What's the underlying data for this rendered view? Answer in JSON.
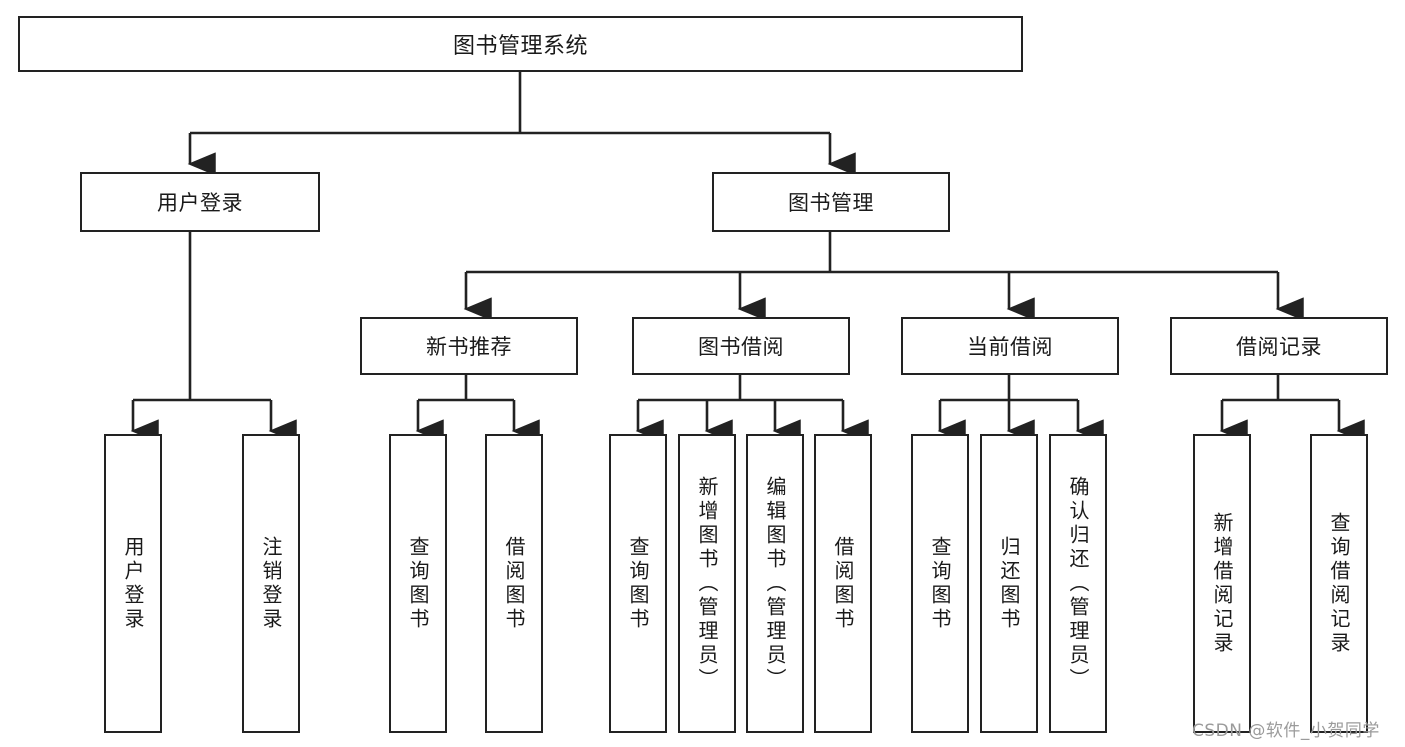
{
  "diagram": {
    "title": "图书管理系统",
    "type": "tree-hierarchy-chart",
    "root": {
      "label": "图书管理系统"
    },
    "level2": [
      {
        "label": "用户登录"
      },
      {
        "label": "图书管理"
      }
    ],
    "level3": [
      {
        "label": "新书推荐"
      },
      {
        "label": "图书借阅"
      },
      {
        "label": "当前借阅"
      },
      {
        "label": "借阅记录"
      }
    ],
    "leaves": {
      "user_login": [
        {
          "label": "用户登录"
        },
        {
          "label": "注销登录"
        }
      ],
      "new_book_recommend": [
        {
          "label": "查询图书"
        },
        {
          "label": "借阅图书"
        }
      ],
      "book_borrow": [
        {
          "label": "查询图书"
        },
        {
          "label": "新增图书（管理员）"
        },
        {
          "label": "编辑图书（管理员）"
        },
        {
          "label": "借阅图书"
        }
      ],
      "current_borrow": [
        {
          "label": "查询图书"
        },
        {
          "label": "归还图书"
        },
        {
          "label": "确认归还（管理员）"
        }
      ],
      "borrow_record": [
        {
          "label": "新增借阅记录"
        },
        {
          "label": "查询借阅记录"
        }
      ]
    }
  },
  "watermark": {
    "text": "CSDN @软件_小贺同学"
  },
  "colors": {
    "stroke": "#222222",
    "fill": "#ffffff",
    "text": "#1a1a1a",
    "watermark": "#9b9b9b"
  }
}
